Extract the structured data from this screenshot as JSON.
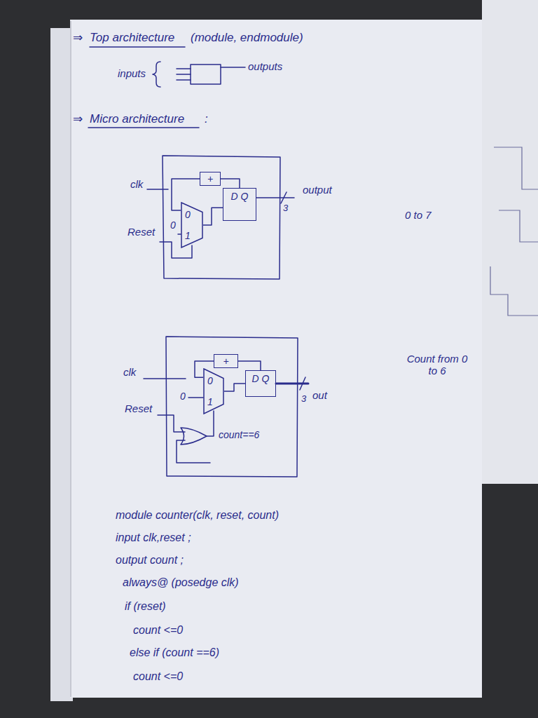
{
  "diagram": {
    "nodes": [
      {
        "text": [
          "+"
        ]
      },
      {
        "text": [
          "D Q"
        ]
      },
      {
        "text": [
          "0",
          "1"
        ]
      },
      {
        "text": [
          "+"
        ]
      },
      {
        "text": [
          "0",
          "1"
        ]
      },
      {
        "text": [
          "D Q"
        ]
      }
    ],
    "edges": [
      {
        "from": 0,
        "to": 2,
        "arrow": "none"
      },
      {
        "from": 2,
        "to": 1,
        "arrow": "none"
      },
      {
        "from": 1,
        "to": 0,
        "arrow": "none"
      },
      {
        "from": 3,
        "to": 4,
        "arrow": "none"
      },
      {
        "from": 4,
        "to": 5,
        "arrow": "none"
      },
      {
        "from": 5,
        "to": 3,
        "arrow": "none"
      }
    ],
    "labels": [
      "⇒",
      "Top architecture",
      "(module, endmodule)",
      "inputs",
      "outputs",
      "⇒",
      "Micro architecture",
      ":",
      "clk",
      "Reset",
      "0",
      "output",
      "3",
      "0 to 7",
      "clk",
      "Reset",
      "0",
      "out",
      "3",
      "count==6",
      "Count from 0 to 6",
      "module counter(clk, reset, count)",
      "input clk,reset ;",
      "output count ;",
      "always@ (posedge clk)",
      "if (reset)",
      "count <=0",
      "else if (count ==6)",
      "count <=0"
    ]
  }
}
